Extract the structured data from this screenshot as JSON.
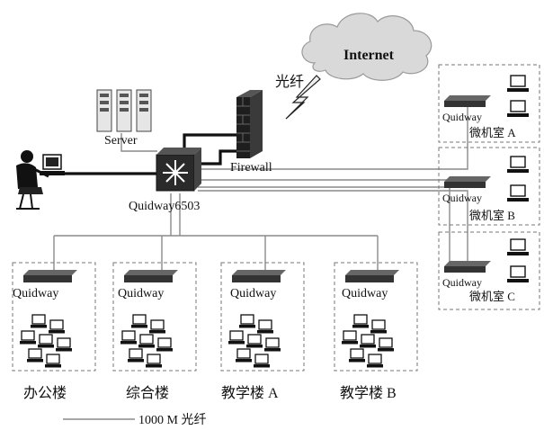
{
  "labels": {
    "internet": "Internet",
    "fiber_link": "光纤",
    "server": "Server",
    "firewall": "Firewall",
    "core_switch": "Quidway6503"
  },
  "labs": [
    {
      "id": "a",
      "switch": "Quidway",
      "name": "微机室 A"
    },
    {
      "id": "b",
      "switch": "Quidway",
      "name": "微机室 B"
    },
    {
      "id": "c",
      "switch": "Quidway",
      "name": "微机室 C"
    }
  ],
  "buildings": [
    {
      "id": "office",
      "switch": "Quidway",
      "name": "办公楼"
    },
    {
      "id": "complex",
      "switch": "Quidway",
      "name": "综合楼"
    },
    {
      "id": "teach-a",
      "switch": "Quidway",
      "name": "教学楼 A"
    },
    {
      "id": "teach-b",
      "switch": "Quidway",
      "name": "教学楼 B"
    }
  ],
  "legend": {
    "text": "1000 M 光纤"
  },
  "colors": {
    "line": "#111111",
    "link": "#888888",
    "box": "#777777",
    "cloud": "#d9d9d9"
  }
}
